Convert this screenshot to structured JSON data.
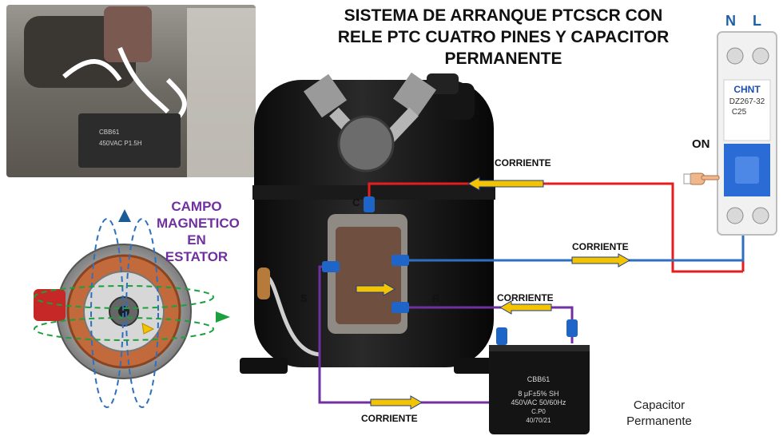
{
  "title": {
    "line1": "SISTEMA DE ARRANQUE PTCSCR CON",
    "line2": "RELE PTC CUATRO PINES Y CAPACITOR",
    "line3": "PERMANENTE"
  },
  "stator_label": {
    "line1": "CAMPO",
    "line2": "MAGNETICO",
    "line3": "EN",
    "line4": "ESTATOR"
  },
  "terminals": {
    "c": "C",
    "s": "S",
    "r": "R"
  },
  "breaker": {
    "n": "N",
    "l": "L",
    "brand": "CHNT",
    "model": "DZ267-32",
    "rating": "C25",
    "state": "ON"
  },
  "current_labels": [
    "CORRIENTE",
    "CORRIENTE",
    "CORRIENTE",
    "CORRIENTE"
  ],
  "capacitor": {
    "model": "CBB61",
    "spec1": "8 μF±5%   SH",
    "spec2": "450VAC 50/60Hz",
    "spec3": "C.P0",
    "spec4": "40/70/21",
    "caption1": "Capacitor",
    "caption2": "Permanente"
  },
  "photo_capacitor": {
    "model": "CBB61",
    "spec": "450VAC P1.5H"
  },
  "colors": {
    "wire_red": "#e41e1e",
    "wire_blue": "#2f6fbf",
    "wire_purple": "#7030a0",
    "arrow_fill": "#f5c400",
    "breaker_blue": "#2a6bd6",
    "field_blue": "#2f6fbf",
    "field_green": "#1aa03c"
  }
}
